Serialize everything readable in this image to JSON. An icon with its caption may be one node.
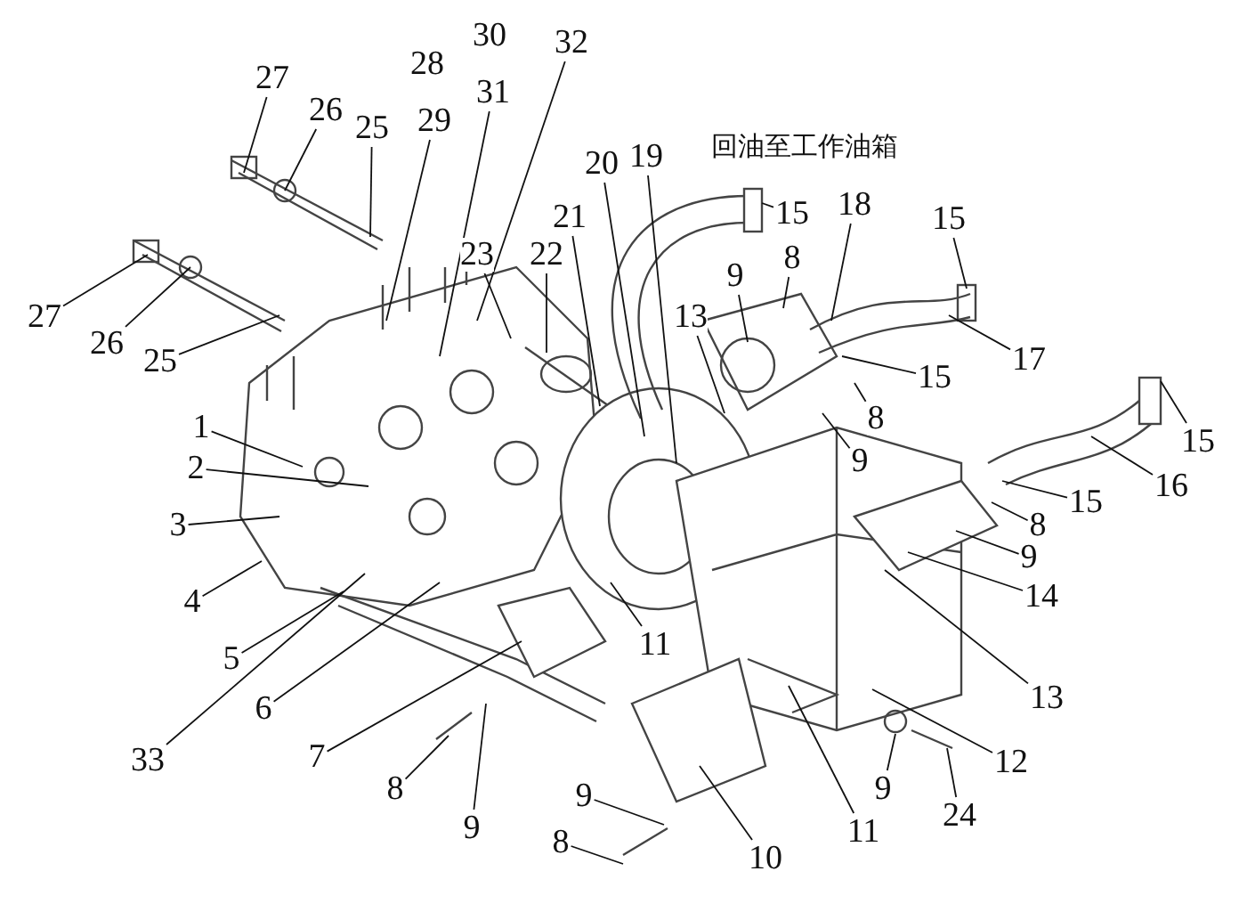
{
  "diagram": {
    "nodes": [
      {
        "text": [
          "32"
        ]
      },
      {
        "text": [
          "27"
        ]
      },
      {
        "text": [
          "31"
        ]
      },
      {
        "text": [
          "26"
        ]
      },
      {
        "text": [
          "29"
        ]
      },
      {
        "text": [
          "25"
        ]
      },
      {
        "text": [
          "20"
        ]
      },
      {
        "text": [
          "19"
        ]
      },
      {
        "text": [
          "18"
        ]
      },
      {
        "text": [
          "15"
        ]
      },
      {
        "text": [
          "15"
        ]
      },
      {
        "text": [
          "21"
        ]
      },
      {
        "text": [
          "22"
        ]
      },
      {
        "text": [
          "23"
        ]
      },
      {
        "text": [
          "8"
        ]
      },
      {
        "text": [
          "9"
        ]
      },
      {
        "text": [
          "13"
        ]
      },
      {
        "text": [
          "27"
        ]
      },
      {
        "text": [
          "26"
        ]
      },
      {
        "text": [
          "17"
        ]
      },
      {
        "text": [
          "25"
        ]
      },
      {
        "text": [
          "15"
        ]
      },
      {
        "text": [
          "8"
        ]
      },
      {
        "text": [
          "9"
        ]
      },
      {
        "text": [
          "1"
        ]
      },
      {
        "text": [
          "15"
        ]
      },
      {
        "text": [
          "2"
        ]
      },
      {
        "text": [
          "16"
        ]
      },
      {
        "text": [
          "15"
        ]
      },
      {
        "text": [
          "3"
        ]
      },
      {
        "text": [
          "8"
        ]
      },
      {
        "text": [
          "9"
        ]
      },
      {
        "text": [
          "14"
        ]
      },
      {
        "text": [
          "4"
        ]
      },
      {
        "text": [
          "11"
        ]
      },
      {
        "text": [
          "5"
        ]
      },
      {
        "text": [
          "13"
        ]
      },
      {
        "text": [
          "6"
        ]
      },
      {
        "text": [
          "7"
        ]
      },
      {
        "text": [
          "33"
        ]
      },
      {
        "text": [
          "12"
        ]
      },
      {
        "text": [
          "8"
        ]
      },
      {
        "text": [
          "9"
        ]
      },
      {
        "text": [
          "9"
        ]
      },
      {
        "text": [
          "24"
        ]
      },
      {
        "text": [
          "9"
        ]
      },
      {
        "text": [
          "11"
        ]
      },
      {
        "text": [
          "8"
        ]
      },
      {
        "text": [
          "10"
        ]
      }
    ],
    "edges": [
      {
        "from": 0,
        "to": null,
        "arrow": "none"
      },
      {
        "from": 1,
        "to": null,
        "arrow": "none"
      },
      {
        "from": 2,
        "to": null,
        "arrow": "none"
      },
      {
        "from": 3,
        "to": null,
        "arrow": "none"
      },
      {
        "from": 4,
        "to": null,
        "arrow": "none"
      },
      {
        "from": 5,
        "to": null,
        "arrow": "none"
      },
      {
        "from": 6,
        "to": null,
        "arrow": "none"
      },
      {
        "from": 7,
        "to": null,
        "arrow": "none"
      },
      {
        "from": 8,
        "to": null,
        "arrow": "none"
      },
      {
        "from": 9,
        "to": null,
        "arrow": "none"
      },
      {
        "from": 10,
        "to": null,
        "arrow": "none"
      },
      {
        "from": 11,
        "to": null,
        "arrow": "none"
      },
      {
        "from": 12,
        "to": null,
        "arrow": "none"
      },
      {
        "from": 13,
        "to": null,
        "arrow": "none"
      },
      {
        "from": 14,
        "to": null,
        "arrow": "none"
      },
      {
        "from": 15,
        "to": null,
        "arrow": "none"
      },
      {
        "from": 16,
        "to": null,
        "arrow": "none"
      },
      {
        "from": 17,
        "to": null,
        "arrow": "none"
      },
      {
        "from": 18,
        "to": null,
        "arrow": "none"
      },
      {
        "from": 19,
        "to": null,
        "arrow": "none"
      },
      {
        "from": 20,
        "to": null,
        "arrow": "none"
      },
      {
        "from": 21,
        "to": null,
        "arrow": "none"
      },
      {
        "from": 22,
        "to": null,
        "arrow": "none"
      },
      {
        "from": 23,
        "to": null,
        "arrow": "none"
      },
      {
        "from": 24,
        "to": null,
        "arrow": "none"
      },
      {
        "from": 25,
        "to": null,
        "arrow": "none"
      },
      {
        "from": 26,
        "to": null,
        "arrow": "none"
      },
      {
        "from": 27,
        "to": null,
        "arrow": "none"
      },
      {
        "from": 28,
        "to": null,
        "arrow": "none"
      },
      {
        "from": 29,
        "to": null,
        "arrow": "none"
      },
      {
        "from": 30,
        "to": null,
        "arrow": "none"
      },
      {
        "from": 31,
        "to": null,
        "arrow": "none"
      },
      {
        "from": 32,
        "to": null,
        "arrow": "none"
      },
      {
        "from": 33,
        "to": null,
        "arrow": "none"
      },
      {
        "from": 34,
        "to": null,
        "arrow": "none"
      },
      {
        "from": 35,
        "to": null,
        "arrow": "none"
      },
      {
        "from": 36,
        "to": null,
        "arrow": "none"
      },
      {
        "from": 37,
        "to": null,
        "arrow": "none"
      },
      {
        "from": 38,
        "to": null,
        "arrow": "none"
      },
      {
        "from": 39,
        "to": null,
        "arrow": "none"
      },
      {
        "from": 40,
        "to": null,
        "arrow": "none"
      },
      {
        "from": 41,
        "to": null,
        "arrow": "none"
      },
      {
        "from": 42,
        "to": null,
        "arrow": "none"
      },
      {
        "from": 43,
        "to": null,
        "arrow": "none"
      },
      {
        "from": 44,
        "to": null,
        "arrow": "none"
      },
      {
        "from": 45,
        "to": null,
        "arrow": "none"
      },
      {
        "from": 46,
        "to": null,
        "arrow": "none"
      },
      {
        "from": 47,
        "to": null,
        "arrow": "none"
      },
      {
        "from": 48,
        "to": null,
        "arrow": "none"
      }
    ],
    "labels": [
      "30",
      "28",
      "回油至工作油箱"
    ]
  }
}
